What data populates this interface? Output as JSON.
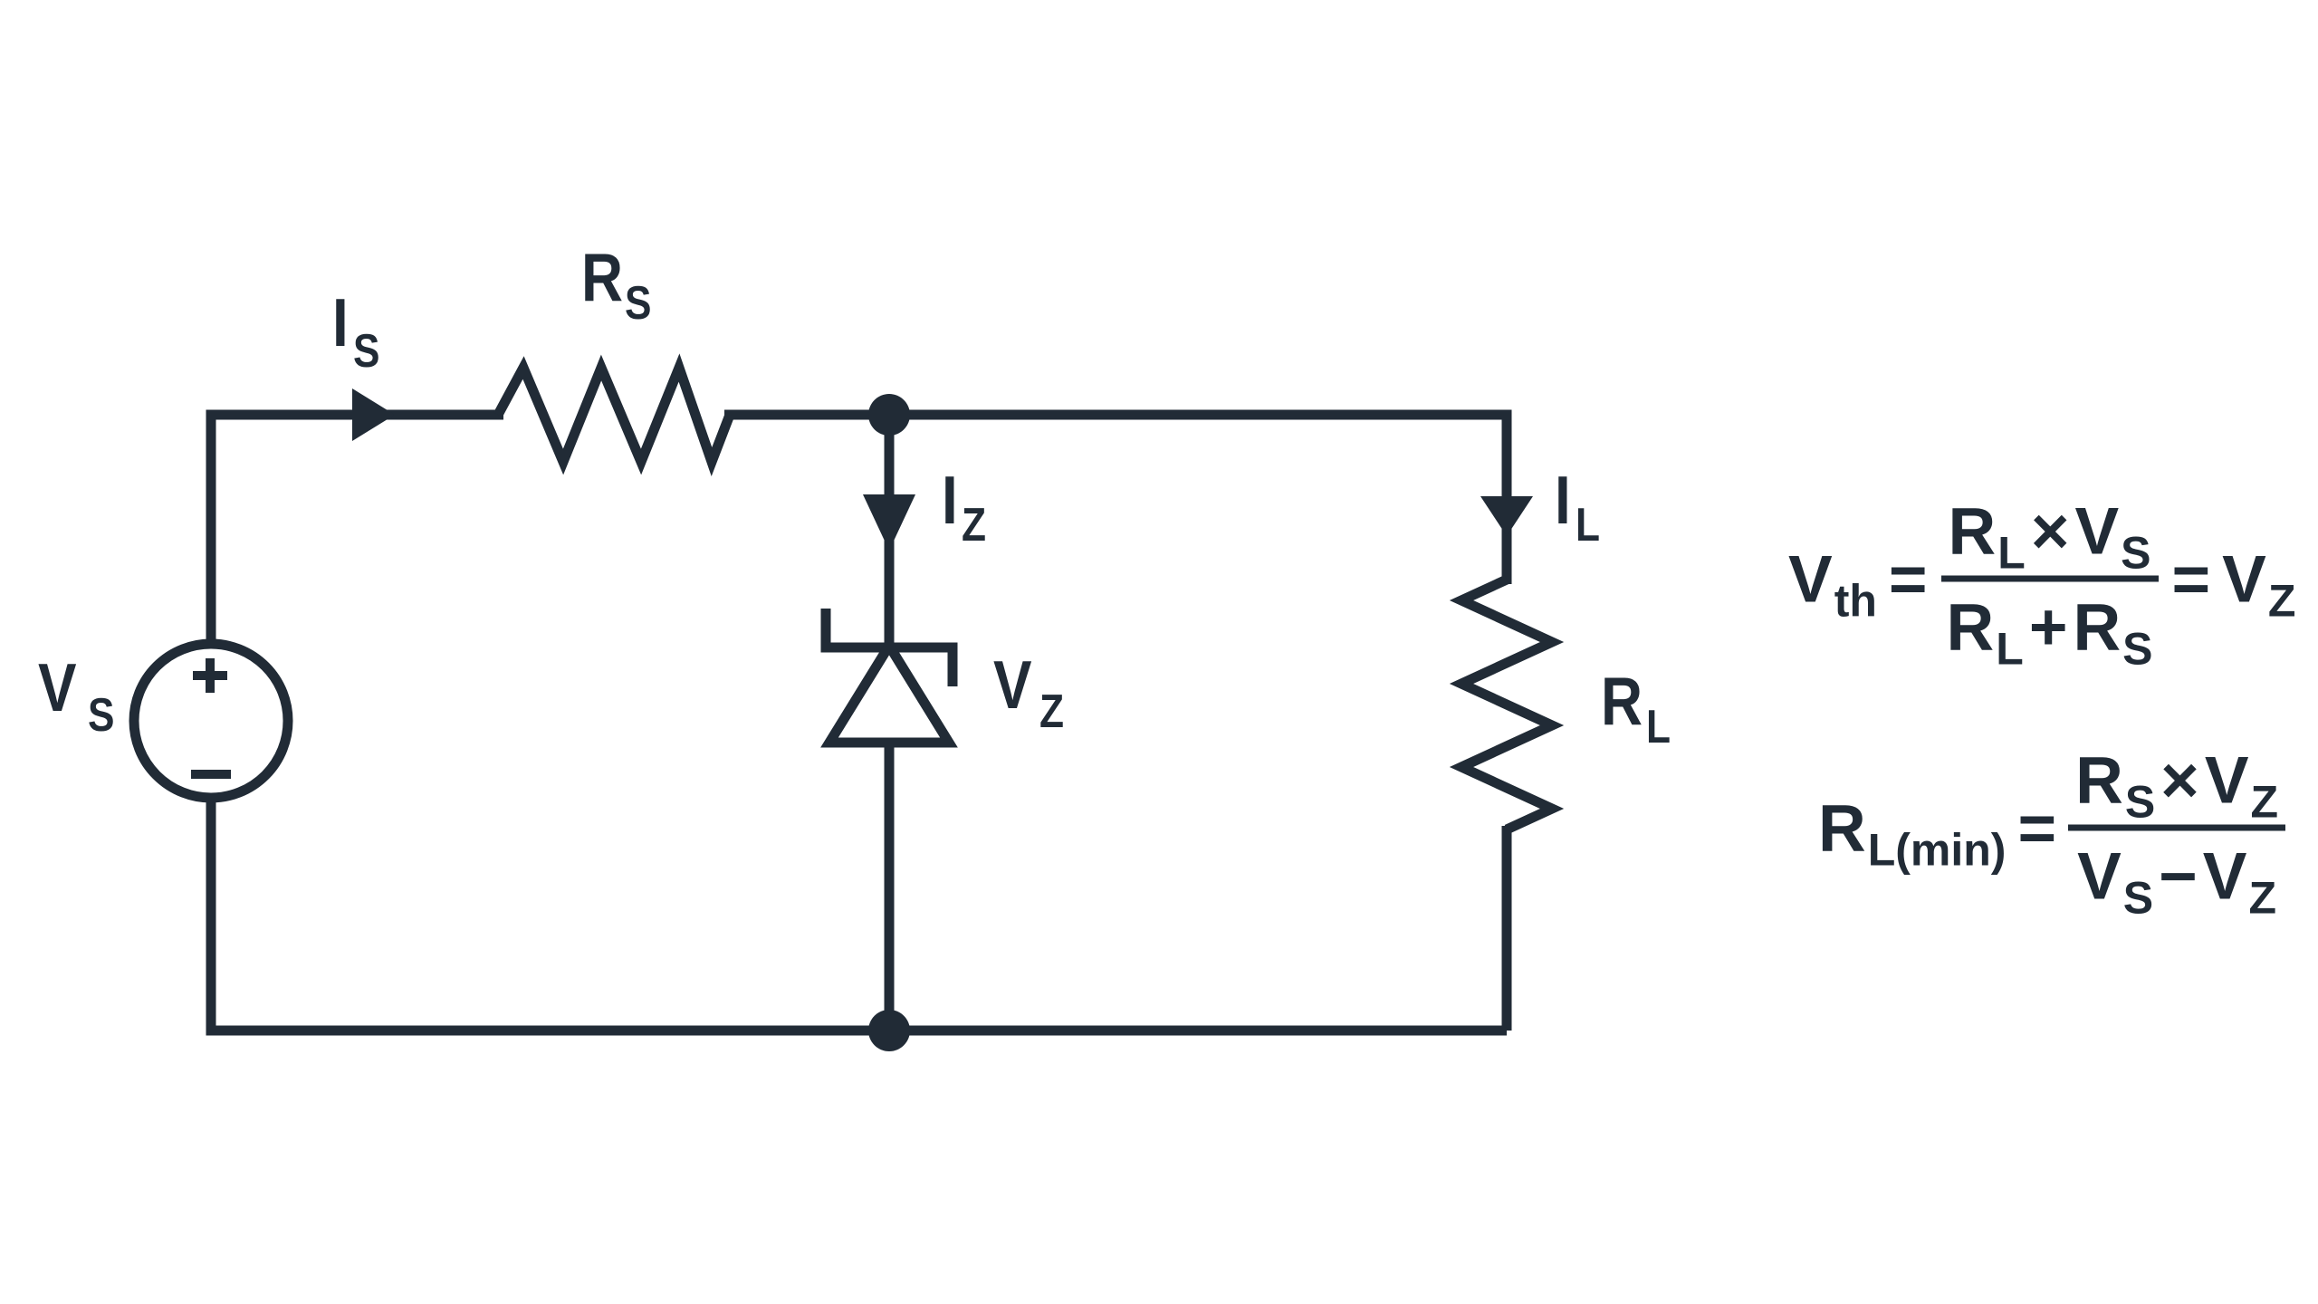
{
  "colors": {
    "ink": "#212B36",
    "background": "#FFFFFF"
  },
  "circuit": {
    "source_label": {
      "base": "V",
      "sub": "S"
    },
    "source_terminals": {
      "plus": "+",
      "minus": "−"
    },
    "source_current_label": {
      "base": "I",
      "sub": "S"
    },
    "series_resistor_label": {
      "base": "R",
      "sub": "S"
    },
    "zener_current_label": {
      "base": "I",
      "sub": "Z"
    },
    "zener_voltage_label": {
      "base": "V",
      "sub": "Z"
    },
    "load_current_label": {
      "base": "I",
      "sub": "L"
    },
    "load_resistor_label": {
      "base": "R",
      "sub": "L"
    }
  },
  "formulas": {
    "thevenin": {
      "lhs_base": "V",
      "lhs_sub": "th",
      "eq1": "=",
      "num_r": "R",
      "num_r_sub": "L",
      "times": "×",
      "num_v": "V",
      "num_v_sub": "S",
      "den_r1": "R",
      "den_r1_sub": "L",
      "plus": "+",
      "den_r2": "R",
      "den_r2_sub": "S",
      "eq2": "=",
      "rhs_base": "V",
      "rhs_sub": "Z"
    },
    "min_load": {
      "lhs_base": "R",
      "lhs_sub": "L(min)",
      "eq": "=",
      "num_r": "R",
      "num_r_sub": "S",
      "times": "×",
      "num_v": "V",
      "num_v_sub": "Z",
      "den_v1": "V",
      "den_v1_sub": "S",
      "minus": "−",
      "den_v2": "V",
      "den_v2_sub": "Z"
    }
  }
}
